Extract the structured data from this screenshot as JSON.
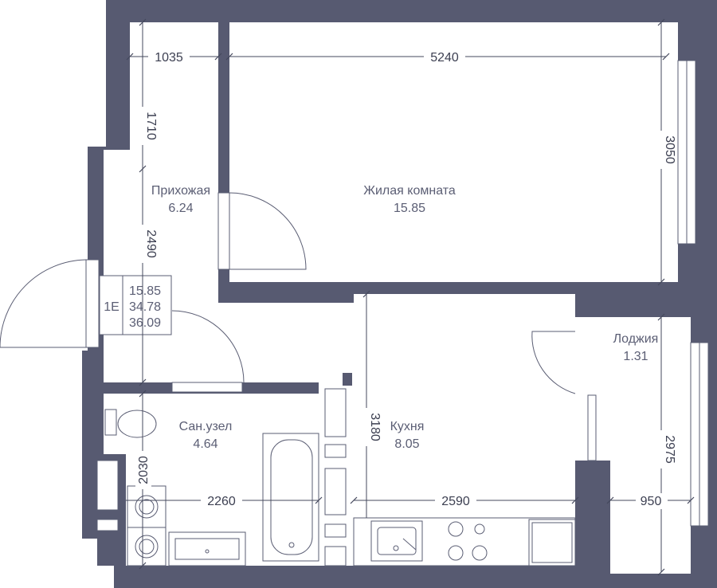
{
  "rooms": {
    "living": {
      "name": "Жилая комната",
      "area": "15.85"
    },
    "hallway": {
      "name": "Прихожая",
      "area": "6.24"
    },
    "bathroom": {
      "name": "Сан.узел",
      "area": "4.64"
    },
    "kitchen": {
      "name": "Кухня",
      "area": "8.05"
    },
    "loggia": {
      "name": "Лоджия",
      "area": "1.31"
    }
  },
  "summary": {
    "type": "1Е",
    "living_area": "15.85",
    "total_area": "34.78",
    "total_with_loggia": "36.09"
  },
  "dimensions": {
    "hall_width": "1035",
    "living_width": "5240",
    "living_depth": "3050",
    "hall_upper": "1710",
    "hall_lower": "2490",
    "kitchen_depth": "3180",
    "bath_width": "2260",
    "bath_depth": "2030",
    "kitchen_width": "2590",
    "loggia_width": "950",
    "loggia_depth": "2975"
  },
  "colors": {
    "wall": "#575a71",
    "text": "#5b5e74",
    "dimension": "#44485c"
  }
}
